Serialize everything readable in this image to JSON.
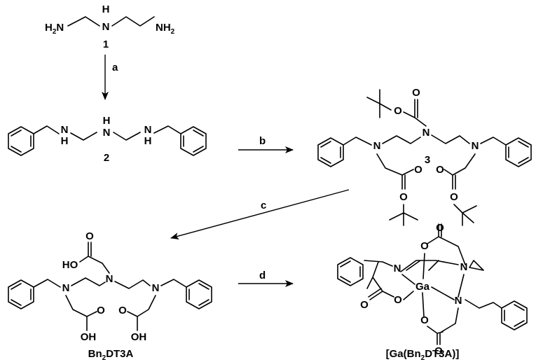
{
  "compounds": {
    "c1": {
      "number": "1",
      "left_amine": "H2N",
      "right_amine": "NH2",
      "nh": "H",
      "n": "N"
    },
    "c2": {
      "number": "2",
      "nh": "H",
      "n": "N"
    },
    "c3": {
      "number": "3",
      "n": "N",
      "o": "O"
    },
    "c4": {
      "name": "Bn2DT3A",
      "name_main": "Bn",
      "name_sub": "2",
      "name_rest": "DT3A",
      "oh": "OH",
      "ho": "HO",
      "o": "O",
      "n": "N"
    },
    "c5": {
      "name": "[Ga(Bn2DT3A)]",
      "name_pre": "[Ga(Bn",
      "name_sub": "2",
      "name_post": "DT3A)]",
      "metal": "Ga",
      "o": "O",
      "n": "N"
    }
  },
  "steps": {
    "a": "a",
    "b": "b",
    "c": "c",
    "d": "d"
  }
}
